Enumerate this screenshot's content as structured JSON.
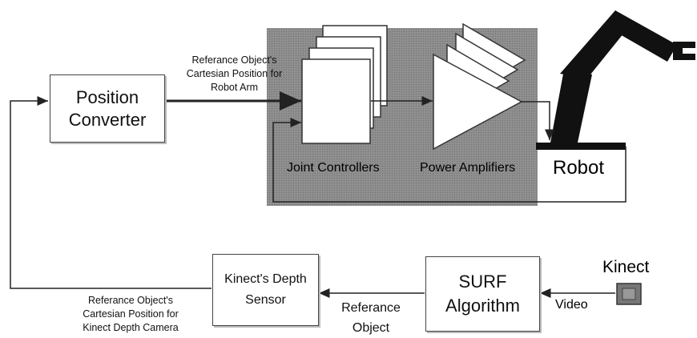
{
  "position_converter": {
    "line1": "Position",
    "line2": "Converter"
  },
  "cartesian_robot": {
    "line1": "Referance Object's",
    "line2": "Cartesian Position for",
    "line3": "Robot Arm"
  },
  "joint_controllers": "Joint Controllers",
  "power_amplifiers": "Power Amplifiers",
  "robot": "Robot",
  "kinect_depth": {
    "line1": "Kinect's Depth",
    "line2": "Sensor"
  },
  "surf": {
    "line1": "SURF",
    "line2": "Algorithm"
  },
  "kinect": "Kinect",
  "video": "Video",
  "ref_object": {
    "line1": "Referance",
    "line2": "Object"
  },
  "cartesian_kinect": {
    "line1": "Referance Object's",
    "line2": "Cartesian Position for",
    "line3": "Kinect Depth Camera"
  }
}
